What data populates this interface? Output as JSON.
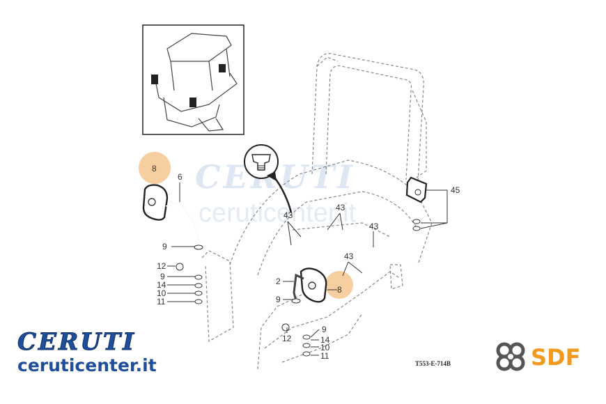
{
  "watermark": {
    "big": "CERUTI",
    "small": "ceruticenter.it"
  },
  "brand": {
    "name": "CERUTI",
    "url": "ceruticenter.it"
  },
  "sdf_logo": {
    "text": "SDF",
    "color": "#f39a1e"
  },
  "drawing_code": "T553-E-714B",
  "highlight_color": "#f6c58e",
  "callouts": {
    "c8_top": "8",
    "c6": "6",
    "c9_left": "9",
    "c12_left": "12",
    "c9_left_b": "9",
    "c14_left": "14",
    "c10_left": "10",
    "c11_left": "11",
    "c43_a": "43",
    "c43_b": "43",
    "c43_c": "43",
    "c43_d": "43",
    "c45": "45",
    "c2": "2",
    "c8_mid": "8",
    "c9_mid": "9",
    "c9_right": "9",
    "c14_right": "14",
    "c10_right": "10",
    "c11_right": "11",
    "c12_right": "12"
  }
}
